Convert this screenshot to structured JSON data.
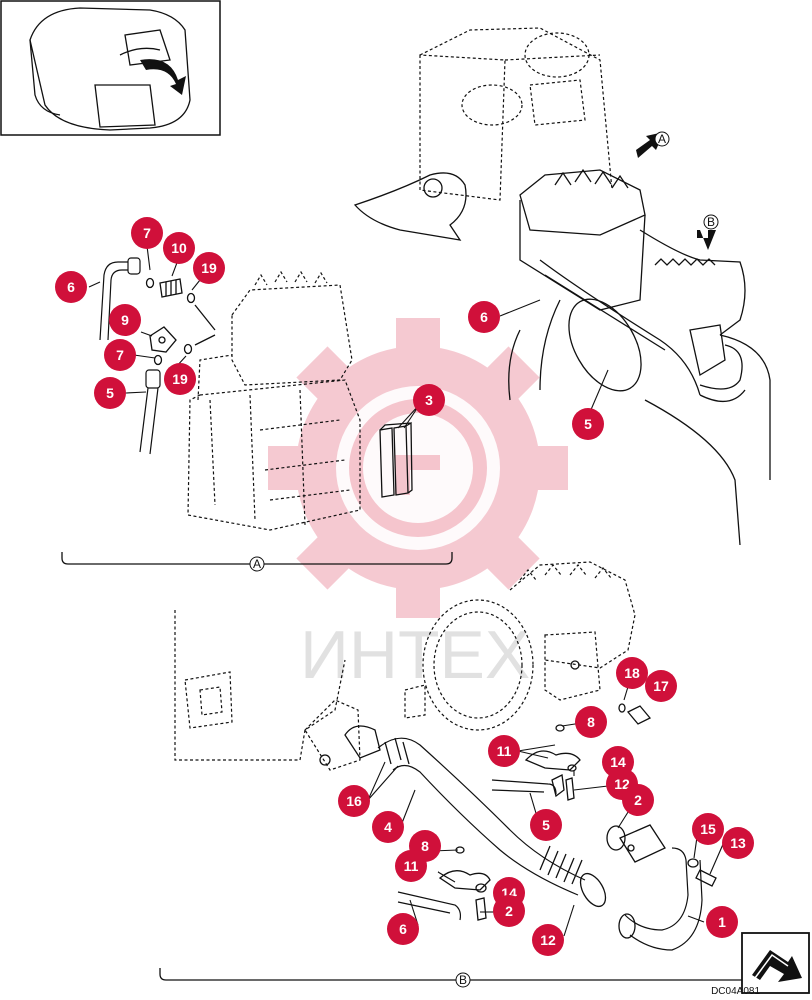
{
  "drawing_code": "DC04A081",
  "watermark": {
    "text": "ИНТЕХ",
    "color": "#f2b8c2"
  },
  "accent_color": "#d0103a",
  "views": [
    {
      "id": "A",
      "letter": "A"
    },
    {
      "id": "B",
      "letter": "B"
    }
  ],
  "callouts": [
    {
      "id": "c6a",
      "label": "6"
    },
    {
      "id": "c7a",
      "label": "7"
    },
    {
      "id": "c10",
      "label": "10"
    },
    {
      "id": "c19a",
      "label": "19"
    },
    {
      "id": "c9",
      "label": "9"
    },
    {
      "id": "c7b",
      "label": "7"
    },
    {
      "id": "c19b",
      "label": "19"
    },
    {
      "id": "c5a",
      "label": "5"
    },
    {
      "id": "c3",
      "label": "3"
    },
    {
      "id": "c6b",
      "label": "6"
    },
    {
      "id": "c5b",
      "label": "5"
    },
    {
      "id": "c18",
      "label": "18"
    },
    {
      "id": "c17",
      "label": "17"
    },
    {
      "id": "c8a",
      "label": "8"
    },
    {
      "id": "c11a",
      "label": "11"
    },
    {
      "id": "c14a",
      "label": "14"
    },
    {
      "id": "c12a",
      "label": "12"
    },
    {
      "id": "c2a",
      "label": "2"
    },
    {
      "id": "c16",
      "label": "16"
    },
    {
      "id": "c4",
      "label": "4"
    },
    {
      "id": "c5c",
      "label": "5"
    },
    {
      "id": "c15",
      "label": "15"
    },
    {
      "id": "c13",
      "label": "13"
    },
    {
      "id": "c8b",
      "label": "8"
    },
    {
      "id": "c11b",
      "label": "11"
    },
    {
      "id": "c14b",
      "label": "14"
    },
    {
      "id": "c2b",
      "label": "2"
    },
    {
      "id": "c6c",
      "label": "6"
    },
    {
      "id": "c12b",
      "label": "12"
    },
    {
      "id": "c1",
      "label": "1"
    }
  ]
}
